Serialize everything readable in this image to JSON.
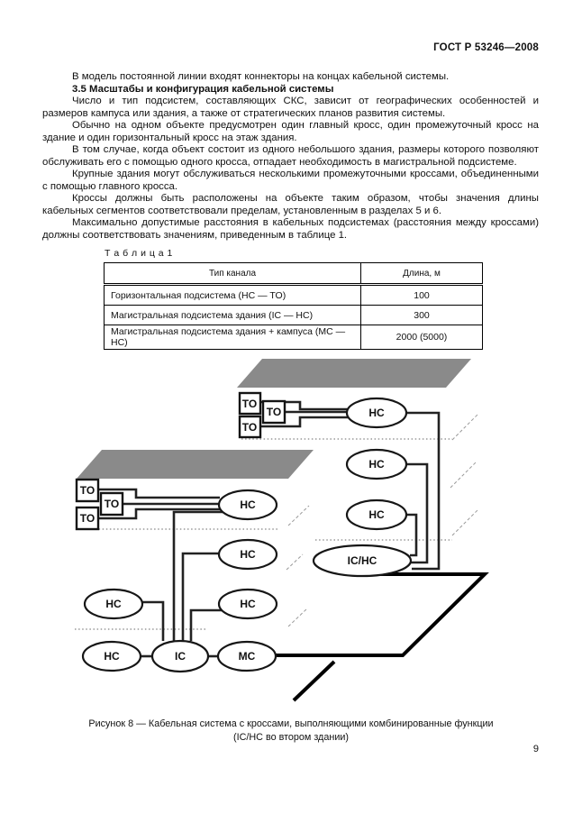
{
  "header": {
    "doc_number": "ГОСТ Р 53246—2008"
  },
  "paragraphs": [
    {
      "text": "В модель постоянной линии входят коннекторы на концах кабельной системы."
    },
    {
      "text": "3.5 Масштабы и конфигурация кабельной системы"
    },
    {
      "text": "Число и тип подсистем, составляющих СКС, зависит от географических особенностей и размеров кампуса или здания, а также от стратегических планов развития системы."
    },
    {
      "text": "Обычно на одном объекте предусмотрен один главный кросс, один промежуточный кросс на здание и один горизонтальный кросс на этаж здания."
    },
    {
      "text": "В том случае, когда объект состоит из одного небольшого здания, размеры которого позволяют обслуживать его с помощью одного кросса, отпадает необходимость в магистральной подсистеме."
    },
    {
      "text": "Крупные здания могут обслуживаться несколькими промежуточными кроссами, объединенными с помощью главного кросса."
    },
    {
      "text": "Кроссы должны быть расположены на объекте таким образом, чтобы значения длины кабельных сегментов соответствовали пределам, установленным в разделах 5 и 6."
    },
    {
      "text": "Максимально допустимые расстояния в кабельных подсистемах (расстояния между кроссами) должны соответствовать значениям, приведенным в таблице 1."
    }
  ],
  "table": {
    "label": "Т а б л и ц а 1",
    "columns": {
      "type": "Тип канала",
      "length": "Длина, м"
    },
    "rows": [
      {
        "type": "Горизонтальная подсистема (HC — TO)",
        "length": "100"
      },
      {
        "type": "Магистральная подсистема здания (IC — HC)",
        "length": "300"
      },
      {
        "type": "Магистральная подсистема здания + кампуса (MC — HC)",
        "length": "2000 (5000)"
      }
    ]
  },
  "diagram": {
    "labels": {
      "to": "TO",
      "hc": "HC",
      "ic": "IC",
      "mc": "MC",
      "ic_hc": "IC/HC"
    }
  },
  "caption": {
    "line1": "Рисунок 8 — Кабельная система с кроссами, выполняющими комбинированные функции",
    "line2": "(IC/HC во втором здании)"
  },
  "page_number": "9"
}
